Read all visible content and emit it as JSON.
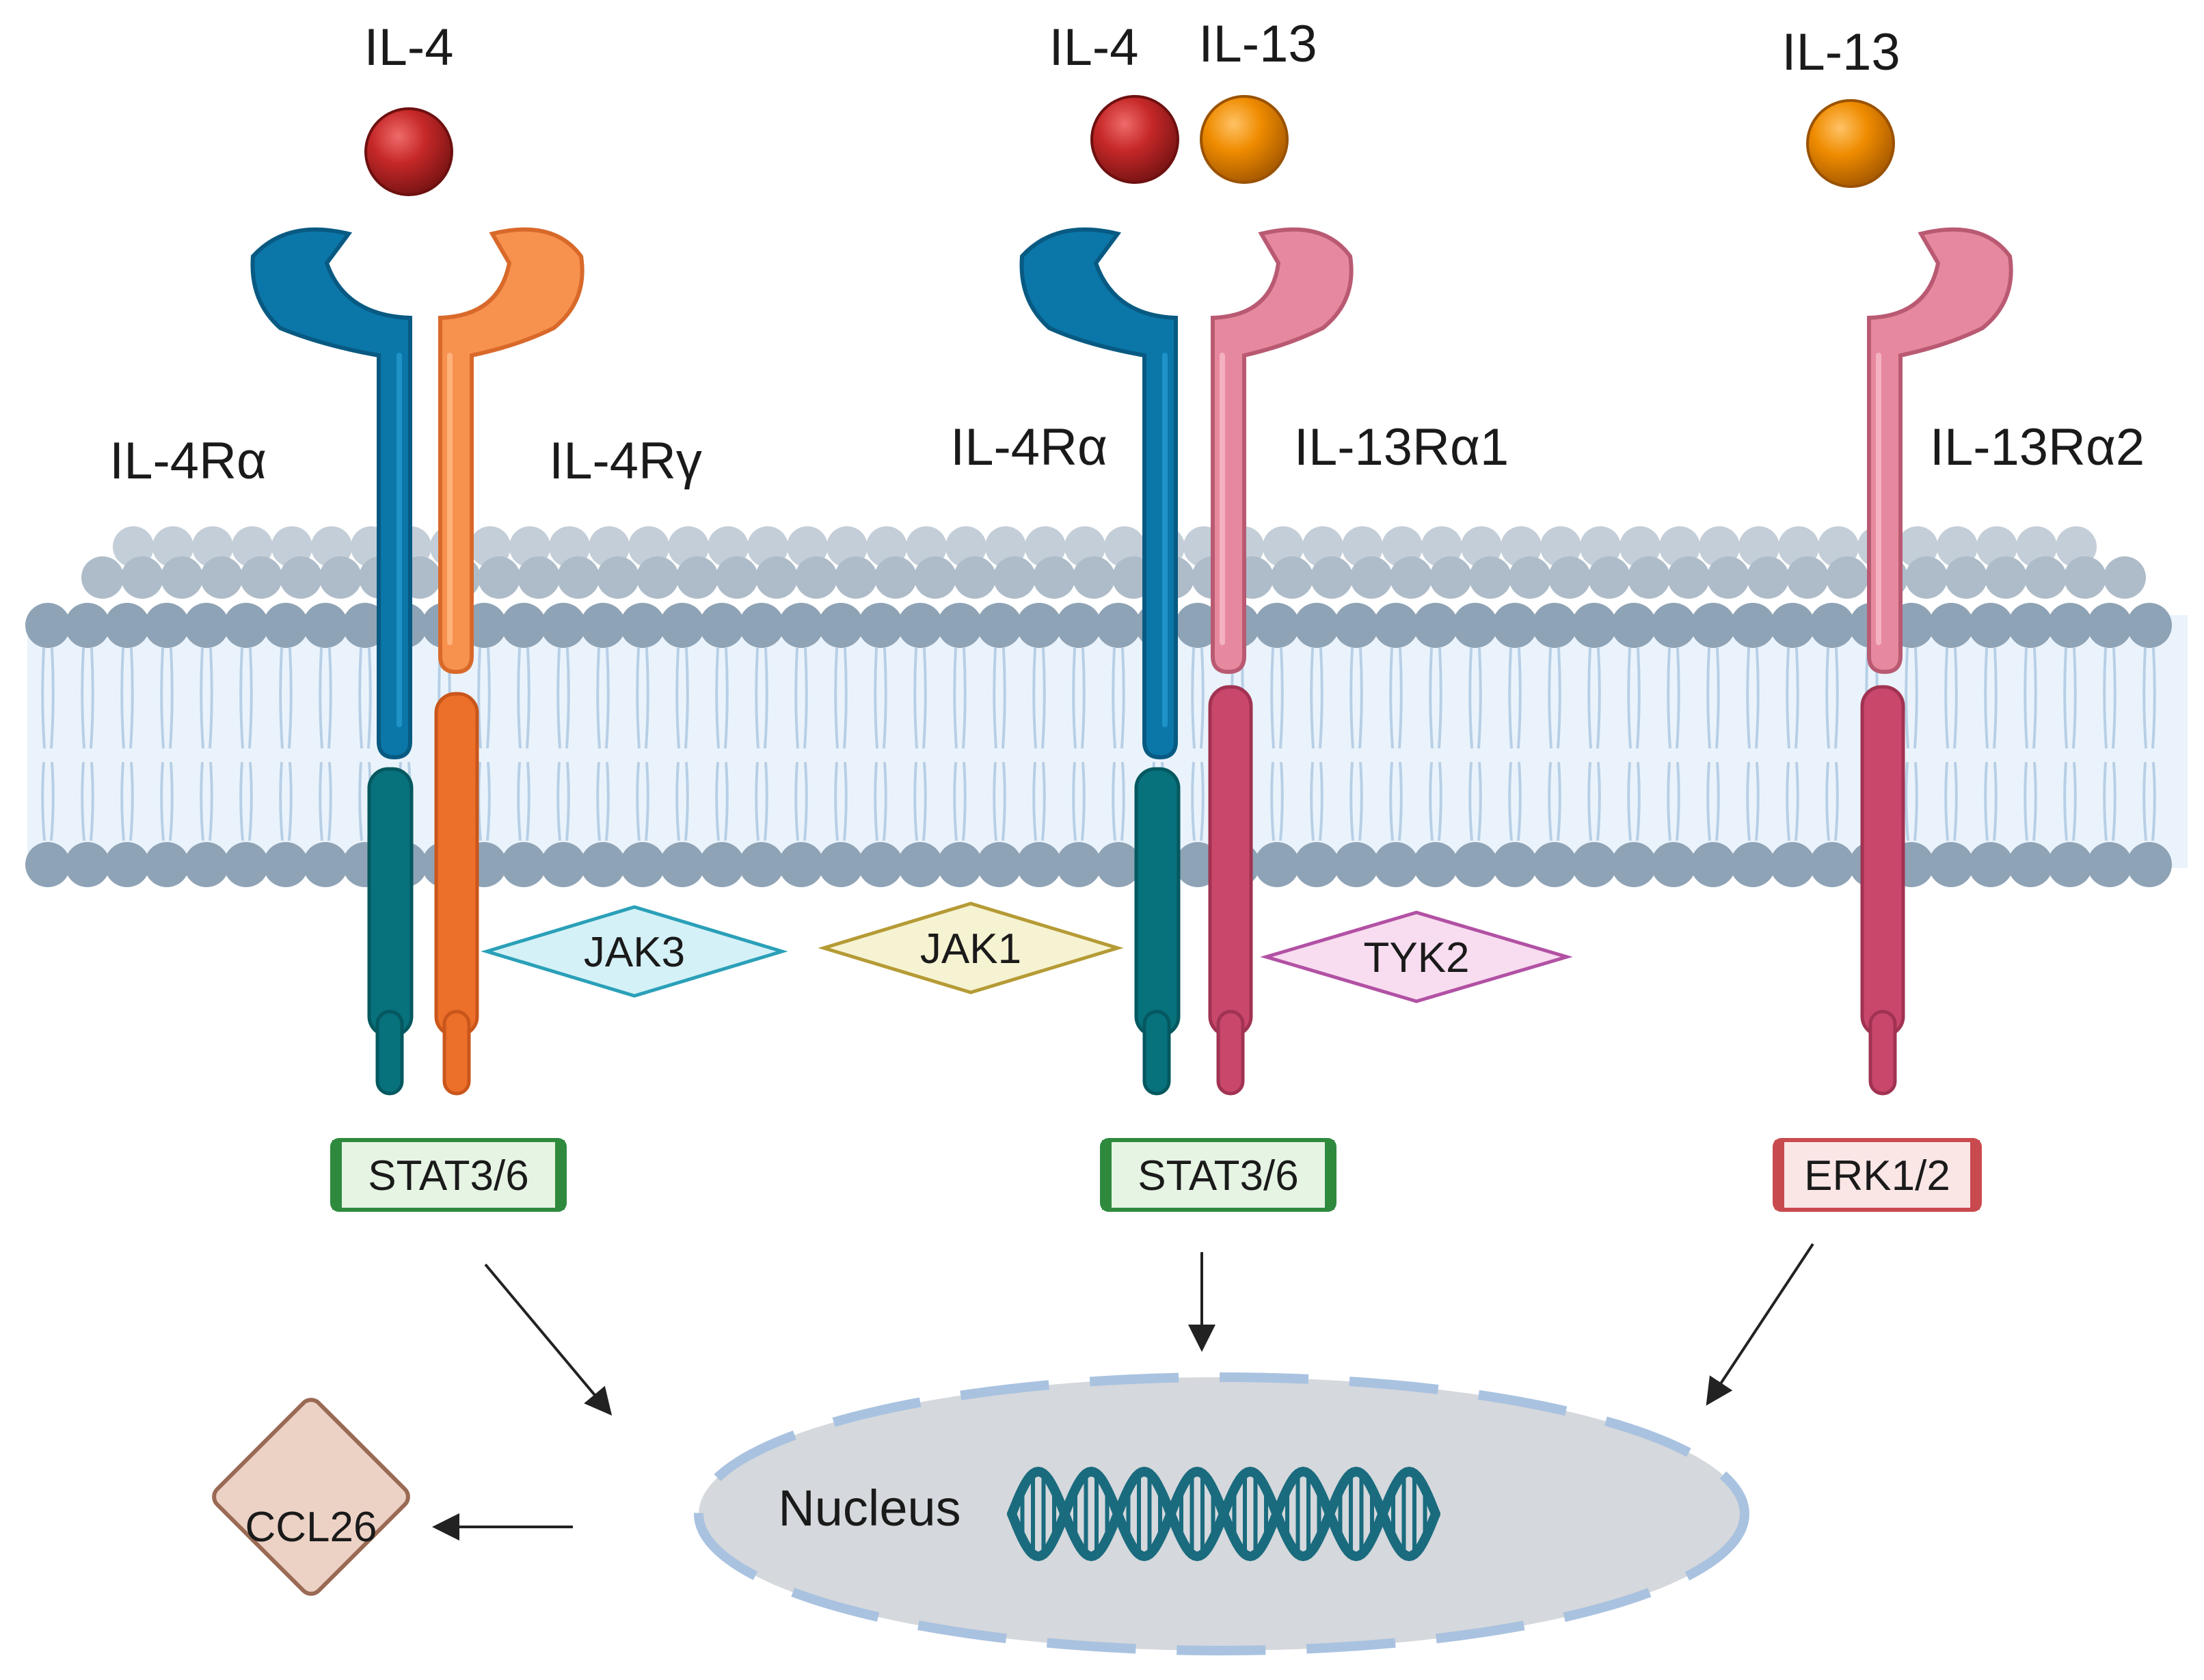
{
  "ligands": {
    "left_il4": "IL-4",
    "middle_il4": "IL-4",
    "middle_il13": "IL-13",
    "right_il13": "IL-13"
  },
  "receptors": {
    "left_il4ra": "IL-4Rα",
    "left_il4rg": "IL-4Rγ",
    "middle_il4ra": "IL-4Rα",
    "middle_il13ra1": "IL-13Rα1",
    "right_il13ra2": "IL-13Rα2"
  },
  "kinases": {
    "jak3": "JAK3",
    "jak1": "JAK1",
    "tyk2": "TYK2"
  },
  "signals": {
    "left_stat": "STAT3/6",
    "middle_stat": "STAT3/6",
    "erk": "ERK1/2"
  },
  "nucleus_label": "Nucleus",
  "output": "CCL26",
  "colors": {
    "il4_ligand": "#c62828",
    "il13_ligand": "#ef8c00",
    "il4ra": "#0b76a8",
    "il4ra_intracellular": "#07717c",
    "il4rg": "#f7914e",
    "il4rg_intracellular": "#ec6f2a",
    "il13ra": "#e7899e",
    "il13ra_intracellular": "#c9476b",
    "membrane_head": "#8fa3b6",
    "membrane_fill": "#eaf3fb",
    "nucleus": "#d5d8dc",
    "dna": "#1a6b7e",
    "stat_border": "#2f8a3e",
    "erk_border": "#c94a4e",
    "ccl26_fill": "#ecd2c5",
    "ccl26_border": "#9a6a55"
  }
}
